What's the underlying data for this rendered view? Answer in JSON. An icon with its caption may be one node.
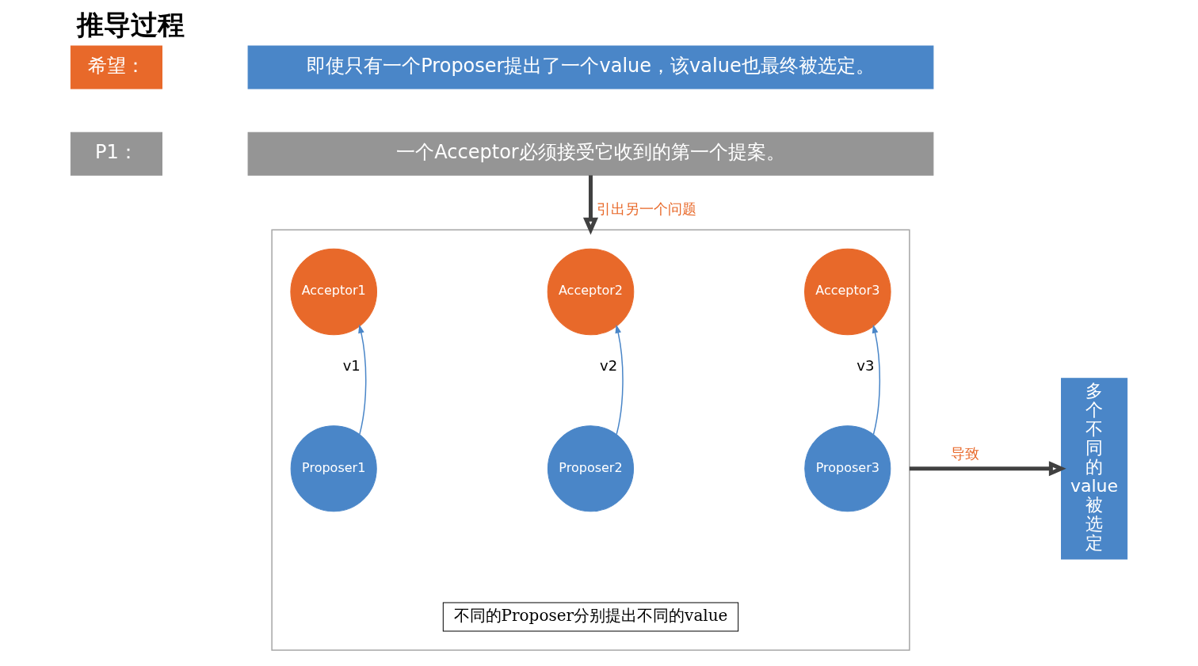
{
  "diagram": {
    "title": "推导过程",
    "nodes": [
      {
        "text": [
          "希望："
        ]
      },
      {
        "text": [
          "即使只有一个Proposer提出了一个value，该value也最终被选定。"
        ]
      },
      {
        "text": [
          "P1："
        ]
      },
      {
        "text": [
          "一个Acceptor必须接受它收到的第一个提案。"
        ]
      },
      {
        "text": [],
        "shape": "box"
      },
      {
        "text": [
          "Acceptor1"
        ],
        "in": 4
      },
      {
        "text": [
          "Acceptor2"
        ],
        "in": 4
      },
      {
        "text": [
          "Acceptor3"
        ],
        "in": 4
      },
      {
        "text": [
          "Proposer1"
        ],
        "in": 4
      },
      {
        "text": [
          "Proposer2"
        ],
        "in": 4
      },
      {
        "text": [
          "Proposer3"
        ],
        "in": 4
      },
      {
        "text": [
          "不同的Proposer分别提出不同的value"
        ],
        "in": 4
      },
      {
        "text": [
          "多个不同的value被选定"
        ]
      }
    ],
    "edges": [
      {
        "from": 3,
        "to": 4,
        "arrow": "to",
        "label": "引出另一个问题",
        "style": "thick",
        "color": "#404040"
      },
      {
        "from": 8,
        "to": 5,
        "arrow": "to",
        "label": "v1"
      },
      {
        "from": 9,
        "to": 6,
        "arrow": "to",
        "label": "v2"
      },
      {
        "from": 10,
        "to": 7,
        "arrow": "to",
        "label": "v3"
      },
      {
        "from": 4,
        "to": 12,
        "arrow": "to",
        "label": "导致",
        "style": "thick",
        "color": "#404040"
      }
    ]
  }
}
